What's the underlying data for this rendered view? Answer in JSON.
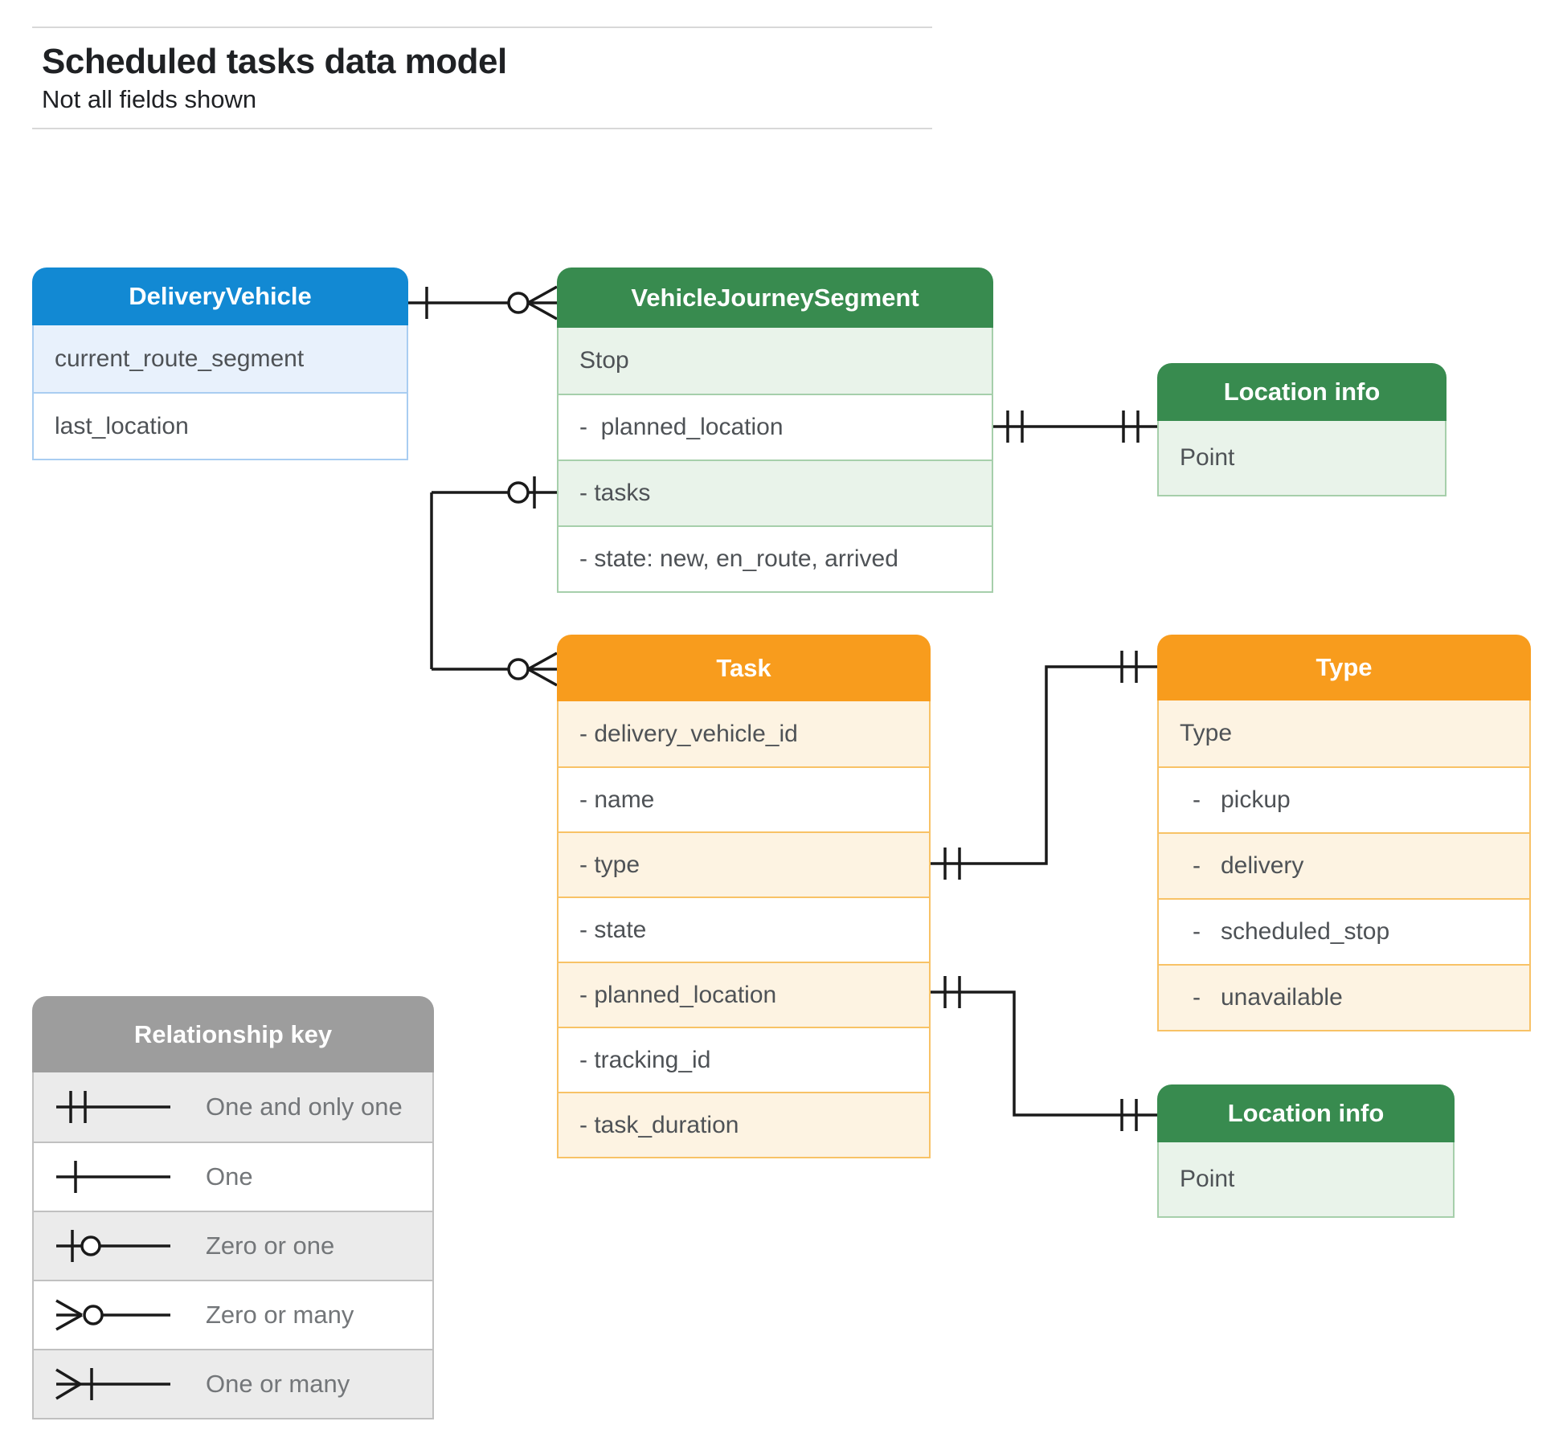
{
  "page": {
    "title": "Scheduled tasks data model",
    "subtitle": "Not all fields shown"
  },
  "entities": {
    "delivery_vehicle": {
      "title": "DeliveryVehicle",
      "rows": [
        "current_route_segment",
        "last_location"
      ]
    },
    "vehicle_journey_segment": {
      "title": "VehicleJourneySegment",
      "rows": [
        "Stop",
        "-  planned_location",
        "- tasks",
        "- state: new, en_route, arrived"
      ]
    },
    "location_info_top": {
      "title": "Location info",
      "rows": [
        "Point"
      ]
    },
    "task": {
      "title": "Task",
      "rows": [
        "- delivery_vehicle_id",
        "- name",
        "- type",
        "- state",
        "- planned_location",
        "- tracking_id",
        "- task_duration"
      ]
    },
    "type": {
      "title": "Type",
      "rows": [
        "Type",
        "-   pickup",
        "-   delivery",
        "-   scheduled_stop",
        "-   unavailable"
      ]
    },
    "location_info_bottom": {
      "title": "Location info",
      "rows": [
        "Point"
      ]
    }
  },
  "legend": {
    "title": "Relationship key",
    "items": [
      "One and only one",
      "One",
      "Zero or one",
      "Zero or many",
      "One or many"
    ]
  },
  "relationships": [
    {
      "from": "DeliveryVehicle",
      "to": "VehicleJourneySegment",
      "from_cardinality": "one",
      "to_cardinality": "zero-or-many"
    },
    {
      "from": "VehicleJourneySegment.tasks",
      "to": "Task",
      "from_cardinality": "zero-or-one",
      "to_cardinality": "zero-or-many"
    },
    {
      "from": "VehicleJourneySegment.planned_location",
      "to": "Location info",
      "from_cardinality": "one-and-only-one",
      "to_cardinality": "one-and-only-one"
    },
    {
      "from": "Task.type",
      "to": "Type",
      "from_cardinality": "one-and-only-one",
      "to_cardinality": "one-and-only-one"
    },
    {
      "from": "Task.planned_location",
      "to": "Location info",
      "from_cardinality": "one-and-only-one",
      "to_cardinality": "one-and-only-one"
    }
  ],
  "colors": {
    "blue": "#1289d3",
    "blue_tint": "#e8f1fc",
    "blue_border": "#a9cdf1",
    "green": "#388b4f",
    "green_tint": "#e9f3ea",
    "green_border": "#a6cfab",
    "orange": "#f89c1d",
    "orange_tint": "#fdf3e2",
    "orange_border": "#f8c266",
    "gray": "#9d9d9d",
    "gray_tint": "#ebebeb",
    "gray_border": "#c0c0c0",
    "connector": "#1a1a1a",
    "text": "#4e5256",
    "legend_text": "#737679",
    "title_text": "#1f2124",
    "rule": "#d8d8d8"
  }
}
